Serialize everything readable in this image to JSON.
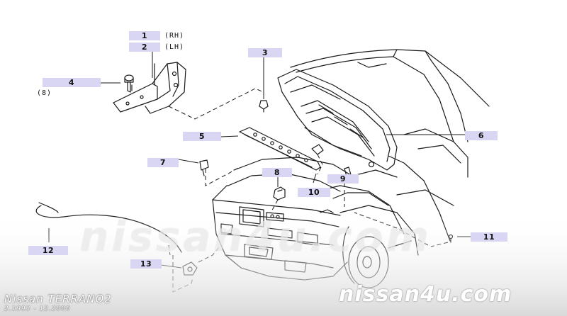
{
  "watermark_text": "nissan4u.com",
  "site_text": "nissan4u.com",
  "vehicle": {
    "model": "Nissan TERRANO2",
    "years": "2.1993 - 12.2006"
  },
  "callouts": [
    {
      "id": "1",
      "label": "1",
      "note": "(RH)"
    },
    {
      "id": "2",
      "label": "2",
      "note": "(LH)"
    },
    {
      "id": "3",
      "label": "3"
    },
    {
      "id": "4",
      "label": "4",
      "note": "(8)"
    },
    {
      "id": "5",
      "label": "5"
    },
    {
      "id": "6",
      "label": "6"
    },
    {
      "id": "7",
      "label": "7"
    },
    {
      "id": "8",
      "label": "8"
    },
    {
      "id": "9",
      "label": "9"
    },
    {
      "id": "10",
      "label": "10"
    },
    {
      "id": "11",
      "label": "11"
    },
    {
      "id": "12",
      "label": "12"
    },
    {
      "id": "13",
      "label": "13"
    }
  ],
  "colors": {
    "tag_fill": "#d8d6f2",
    "line": "#1a1a1a",
    "fog_gradient_end": "#d9d9d9"
  }
}
